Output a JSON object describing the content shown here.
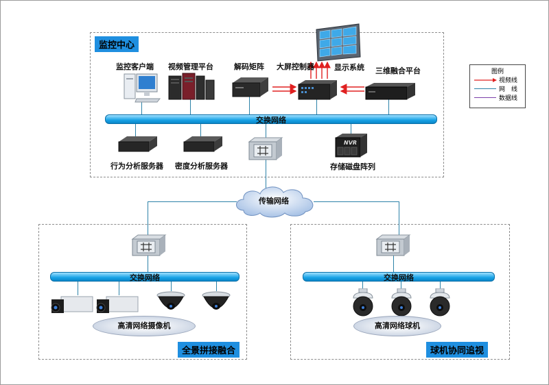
{
  "regions": {
    "center_label": "监控中心",
    "panorama_label": "全景拼接融合",
    "ptz_label": "球机协同追视"
  },
  "devices": {
    "client": "监控客户端",
    "vms": "视频管理平台",
    "decoder": "解码矩阵",
    "controller": "大屏控制器",
    "display": "显示系统",
    "fusion": "三维融合平台",
    "behavior": "行为分析服务器",
    "density": "密度分析服务器",
    "storage": "存储磁盘阵列",
    "nvr_badge": "NVR"
  },
  "networks": {
    "center_switch": "交换网络",
    "transport": "传输网络",
    "left_switch": "交换网络",
    "right_switch": "交换网络"
  },
  "groups": {
    "cameras": "高清网络摄像机",
    "domes": "高清网络球机"
  },
  "legend": {
    "title": "图例",
    "video": "视频线",
    "net": "网　线",
    "data": "数据线"
  },
  "colors": {
    "video_line": "#e02020",
    "net_line": "#2c82a8",
    "data_line": "#7b3fa8",
    "bus": "#19a3e6",
    "tag": "#1f8fe0"
  }
}
